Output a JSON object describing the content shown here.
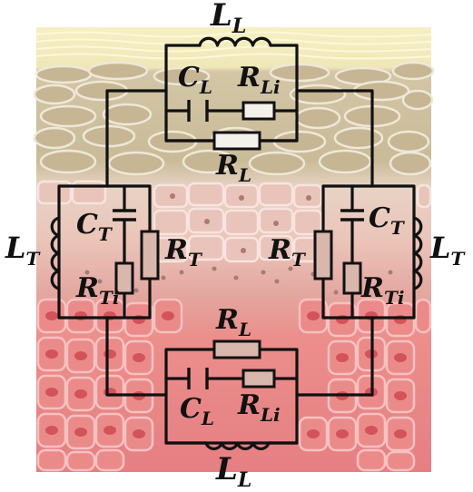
{
  "diagram": {
    "labels": {
      "top_inductor": {
        "main": "L",
        "sub": "L"
      },
      "top_cap": {
        "main": "C",
        "sub": "L"
      },
      "top_res_inner": {
        "main": "R",
        "sub": "Li"
      },
      "top_res_outer": {
        "main": "R",
        "sub": "L"
      },
      "left_inductor": {
        "main": "L",
        "sub": "T"
      },
      "left_cap": {
        "main": "C",
        "sub": "T"
      },
      "left_res_outer": {
        "main": "R",
        "sub": "T"
      },
      "left_res_inner": {
        "main": "R",
        "sub": "Ti"
      },
      "right_inductor": {
        "main": "L",
        "sub": "T"
      },
      "right_cap": {
        "main": "C",
        "sub": "T"
      },
      "right_res_outer": {
        "main": "R",
        "sub": "T"
      },
      "right_res_inner": {
        "main": "R",
        "sub": "Ti"
      },
      "bottom_res_outer": {
        "main": "R",
        "sub": "L"
      },
      "bottom_cap": {
        "main": "C",
        "sub": "L"
      },
      "bottom_res_inner": {
        "main": "R",
        "sub": "Li"
      },
      "bottom_inductor": {
        "main": "L",
        "sub": "L"
      }
    },
    "colors": {
      "stratum_corneum": "#f4efb0",
      "granulosum": "#cdbf9e",
      "spinosum": "#e9c6bf",
      "basale": "#ec8f8f",
      "cell_line": "#ffffff",
      "wire": "#111111"
    }
  }
}
